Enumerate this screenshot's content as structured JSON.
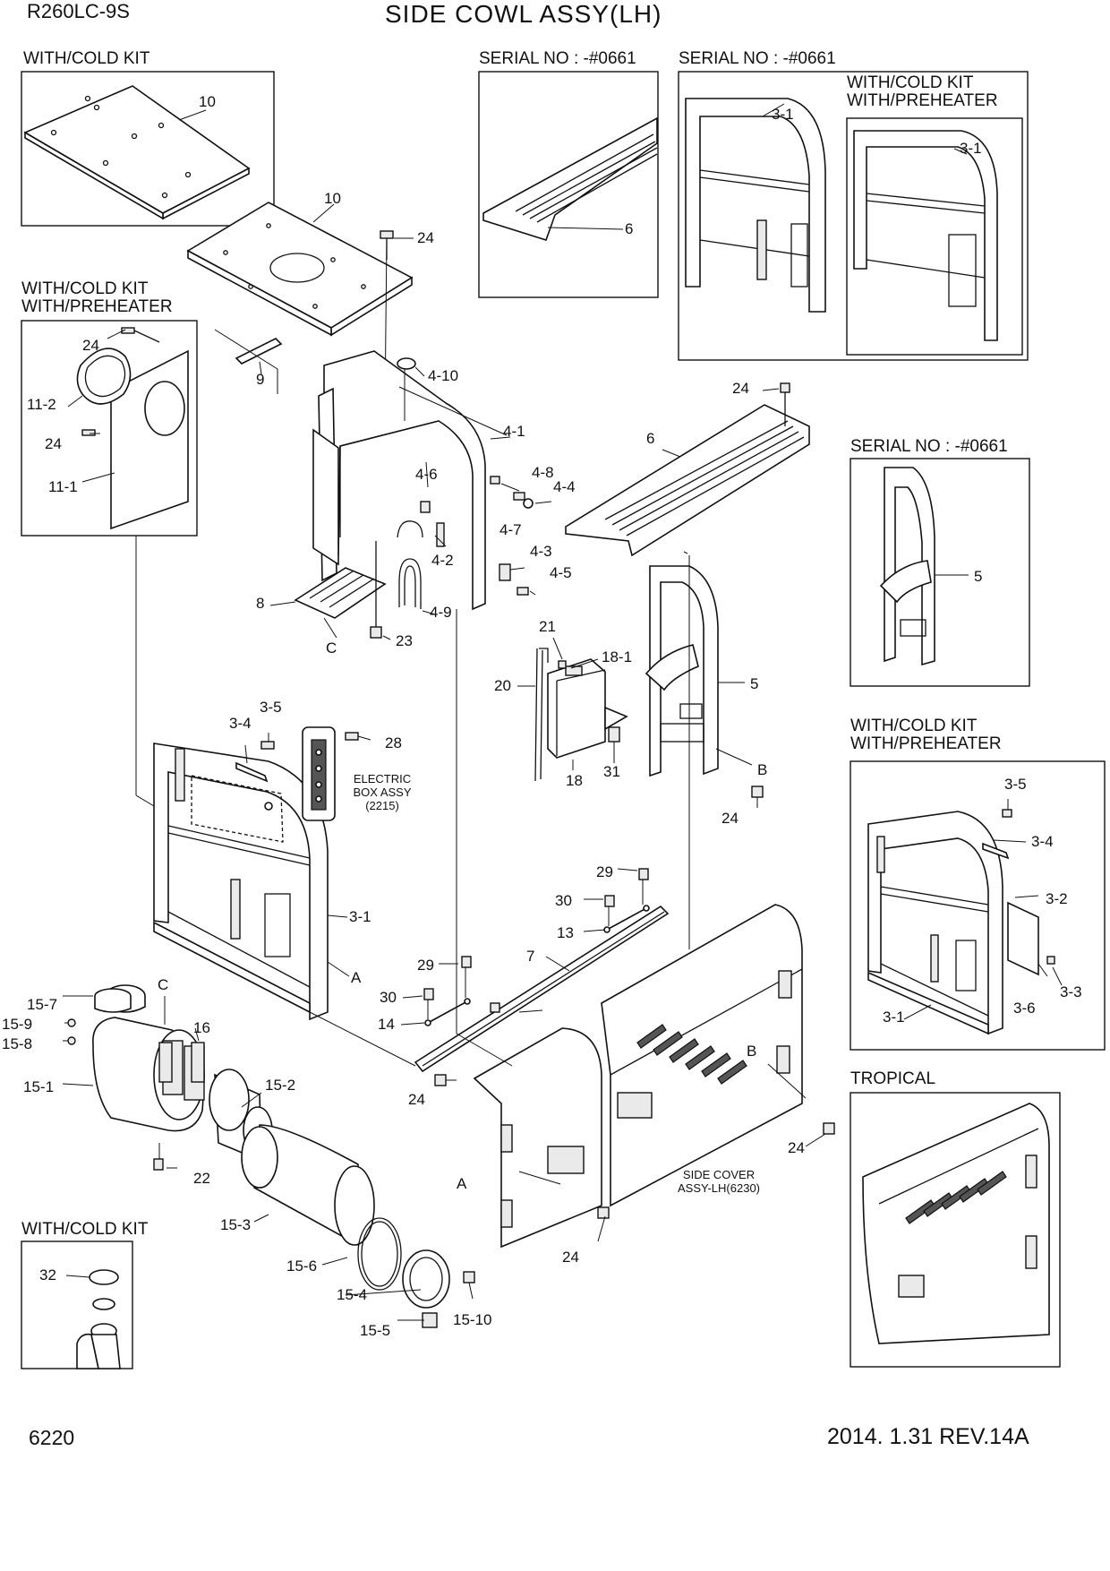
{
  "header": {
    "model": "R260LC-9S",
    "title": "SIDE COWL ASSY(LH)"
  },
  "footer": {
    "page_number": "6220",
    "revision": "2014. 1.31  REV.14A"
  },
  "insets": {
    "cold_kit_top": "WITH/COLD KIT",
    "serial_left": "SERIAL NO : -#0661",
    "serial_right": "SERIAL NO : -#0661",
    "cold_kit_preheater_1": "WITH/COLD KIT",
    "cold_kit_preheater_1b": "WITH/PREHEATER",
    "cold_kit_preheater_left_1": "WITH/COLD KIT",
    "cold_kit_preheater_left_1b": "WITH/PREHEATER",
    "serial_mid_right": "SERIAL NO : -#0661",
    "cold_kit_preheater_2": "WITH/COLD KIT",
    "cold_kit_preheater_2b": "WITH/PREHEATER",
    "tropical": "TROPICAL",
    "cold_kit_bottom": "WITH/COLD KIT"
  },
  "notes": {
    "electric_box_1": "ELECTRIC",
    "electric_box_2": "BOX ASSY",
    "electric_box_3": "(2215)",
    "side_cover_1": "SIDE COVER",
    "side_cover_2": "ASSY-LH(6230)"
  },
  "callouts": {
    "c10a": "10",
    "c10b": "10",
    "c24a": "24",
    "c6a": "6",
    "c3_1a": "3-1",
    "c3_1b": "3-1",
    "c24b": "24",
    "c11_2": "11-2",
    "c24c": "24",
    "c11_1": "11-1",
    "c9": "9",
    "c4_10": "4-10",
    "c24d": "24",
    "c6b": "6",
    "c4_1": "4-1",
    "c4_6": "4-6",
    "c4_8": "4-8",
    "c4_4": "4-4",
    "c4_7": "4-7",
    "c4_2": "4-2",
    "c4_3": "4-3",
    "c4_5": "4-5",
    "c8": "8",
    "c4_9": "4-9",
    "c23": "23",
    "cC1": "C",
    "c5a": "5",
    "c21": "21",
    "c18_1": "18-1",
    "c20": "20",
    "c5b": "5",
    "c18": "18",
    "c31": "31",
    "cB1": "B",
    "c24e": "24",
    "c3_5a": "3-5",
    "c3_4a": "3-4",
    "c28": "28",
    "c3_5b": "3-5",
    "c3_4b": "3-4",
    "c3_2": "3-2",
    "c3_1c": "3-1",
    "cA1": "A",
    "c29a": "29",
    "c30a": "30",
    "c13": "13",
    "c7": "7",
    "c29b": "29",
    "c30b": "30",
    "c14": "14",
    "c3_3": "3-3",
    "c3_6": "3-6",
    "c3_1d": "3-1",
    "c15_7": "15-7",
    "cC2": "C",
    "c16": "16",
    "c15_9": "15-9",
    "c15_8": "15-8",
    "c15_1": "15-1",
    "c15_2": "15-2",
    "c24f": "24",
    "cB2": "B",
    "c24g": "24",
    "c22": "22",
    "c15_3": "15-3",
    "cA2": "A",
    "c15_6": "15-6",
    "c24h": "24",
    "c32": "32",
    "c15_4": "15-4",
    "c15_10": "15-10",
    "c15_5": "15-5"
  }
}
